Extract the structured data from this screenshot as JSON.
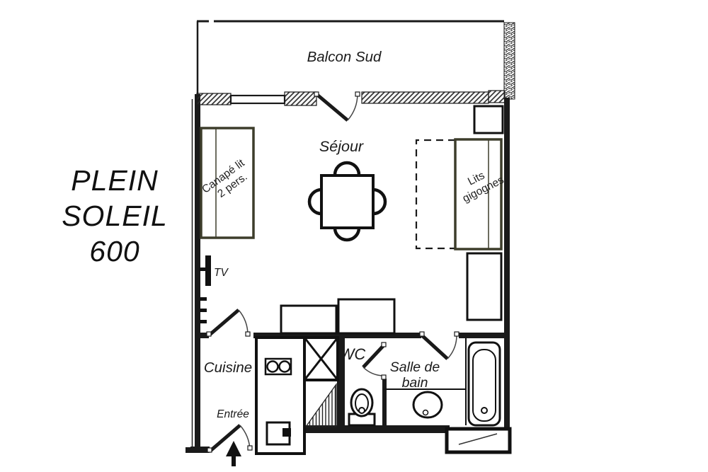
{
  "plan": {
    "title_lines": [
      "PLEIN",
      "SOLEIL",
      "600"
    ],
    "labels": {
      "balcony": "Balcon Sud",
      "living": "Séjour",
      "kitchen": "Cuisine",
      "wc": "WC",
      "bathroom_line1": "Salle de",
      "bathroom_line2": "bain",
      "entrance": "Entrée",
      "tv": "TV",
      "sofa_line1": "Canapé lit",
      "sofa_line2": "2 pers.",
      "beds_line1": "Lits",
      "beds_line2": "gigognes"
    },
    "colors": {
      "ink": "#1a1a1a",
      "furniture_border": "#3d3d2b",
      "background": "#ffffff"
    }
  }
}
